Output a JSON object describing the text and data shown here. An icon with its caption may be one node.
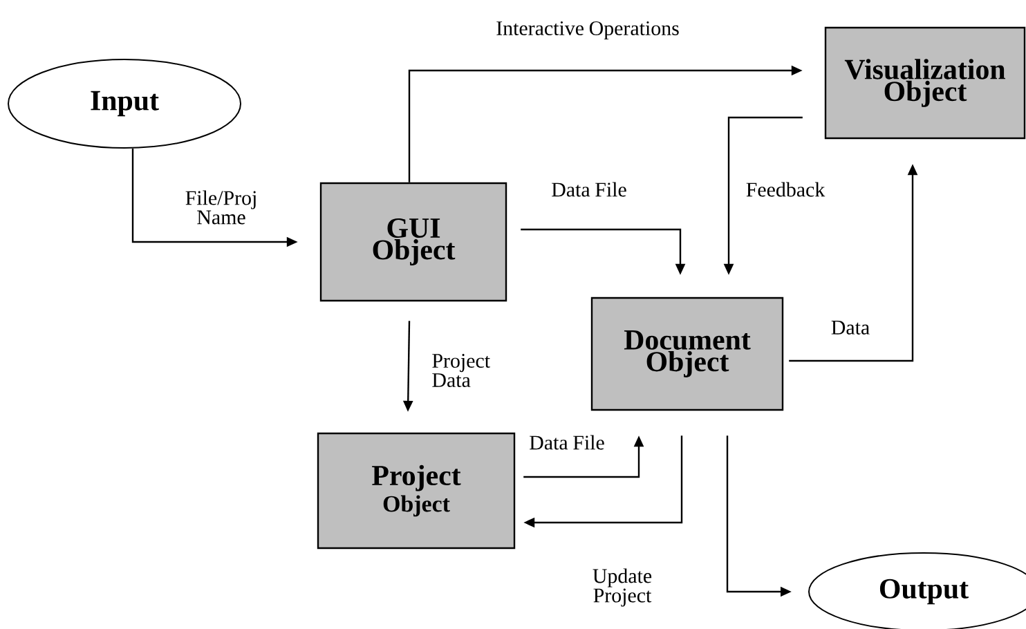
{
  "diagram": {
    "nodes": [
      {
        "text": [
          "Input"
        ]
      },
      {
        "text": [
          "GUI Object"
        ]
      },
      {
        "text": [
          "Visualization Object"
        ]
      },
      {
        "text": [
          "Document Object"
        ]
      },
      {
        "text": [
          "Project",
          "Object"
        ]
      },
      {
        "text": [
          "Output"
        ]
      }
    ],
    "edges": [
      {
        "from": 0,
        "to": 1,
        "arrow": "to",
        "label": "File/Proj Name"
      },
      {
        "from": 1,
        "to": 2,
        "arrow": "to",
        "label": "Interactive Operations"
      },
      {
        "from": 1,
        "to": 3,
        "arrow": "to",
        "label": "Data File"
      },
      {
        "from": 2,
        "to": 3,
        "arrow": "to",
        "label": "Feedback"
      },
      {
        "from": 3,
        "to": 2,
        "arrow": "to",
        "label": "Data"
      },
      {
        "from": 1,
        "to": 4,
        "arrow": "to",
        "label": "Project Data"
      },
      {
        "from": 4,
        "to": 3,
        "arrow": "to",
        "label": "Data File"
      },
      {
        "from": 3,
        "to": 4,
        "arrow": "to",
        "label": "Update Project"
      },
      {
        "from": 3,
        "to": 5,
        "arrow": "to"
      }
    ]
  }
}
